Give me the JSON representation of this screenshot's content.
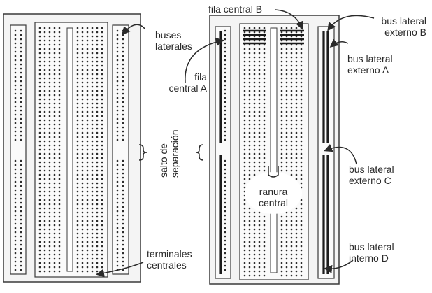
{
  "labels": {
    "buses_laterales": [
      "buses",
      "laterales"
    ],
    "fila_central_a": [
      "fila",
      "central A"
    ],
    "salto_separacion": [
      "salto de",
      "separación"
    ],
    "terminales_centrales": [
      "terminales",
      "centrales"
    ],
    "fila_central_b": "fila central B",
    "bus_lateral_externo_b": [
      "bus lateral",
      "externo B"
    ],
    "bus_lateral_externo_a": [
      "bus lateral",
      "externo A"
    ],
    "bus_lateral_externo_c": [
      "bus lateral",
      "externo C"
    ],
    "bus_lateral_interno_d": [
      "bus lateral",
      "interno D"
    ],
    "ranura_central": [
      "ranura",
      "central"
    ]
  },
  "colors": {
    "board": "#f4f4f4",
    "outline": "#3a3a3a",
    "hole": "#2b2b2b",
    "strip": "#1c1c1c",
    "arrow": "#2a2a2a"
  }
}
